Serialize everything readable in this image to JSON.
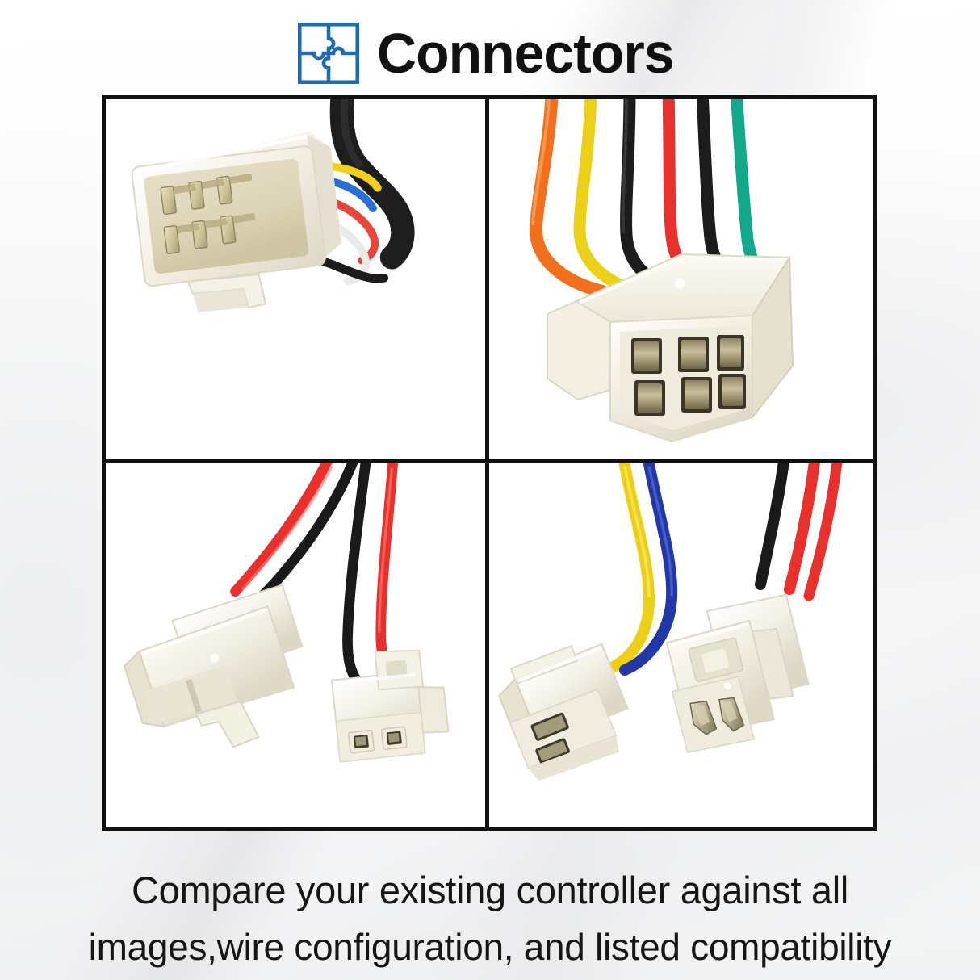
{
  "header": {
    "title": "Connectors",
    "icon": "puzzle-icon",
    "icon_color": "#1f6cb0"
  },
  "caption": {
    "line1": "Compare your existing controller against all",
    "line2": "images,wire configuration, and listed compatibility"
  },
  "grid": {
    "border_color": "#111111",
    "cells": [
      {
        "id": "top-left",
        "name": "6-pin male connector with wire harness",
        "connector_type": "6-pin male",
        "pin_rows": 2,
        "pins_per_row": 3,
        "housing_color": "#f0ece0",
        "wire_colors": [
          "#f2cf1c",
          "#2a6fd4",
          "#e8453c",
          "#f2f2f2",
          "#1a1a1a"
        ]
      },
      {
        "id": "top-right",
        "name": "6-pin female connector with six wires",
        "connector_type": "6-pin female",
        "pin_rows": 2,
        "pins_per_row": 3,
        "housing_color": "#f1ecdf",
        "wire_colors": [
          "#f2701d",
          "#ecd018",
          "#1c1c1c",
          "#e8302c",
          "#1c1c1c",
          "#12a98a"
        ]
      },
      {
        "id": "bottom-left",
        "name": "2-pin connector pair, red and black wires",
        "connector_type": "2-pin male and female pair",
        "pin_rows": 1,
        "pins_per_row": 2,
        "housing_color": "#f2eee2",
        "wire_colors": [
          "#e8302c",
          "#1a1a1a"
        ]
      },
      {
        "id": "bottom-right",
        "name": "2-pin connector pair, yellow/blue and black/red wires",
        "connector_type": "2-pin male and female pair",
        "pin_rows": 1,
        "pins_per_row": 2,
        "housing_color": "#f2eee2",
        "wire_colors": [
          "#ecd018",
          "#2337a8",
          "#1a1a1a",
          "#e8302c"
        ]
      }
    ]
  }
}
